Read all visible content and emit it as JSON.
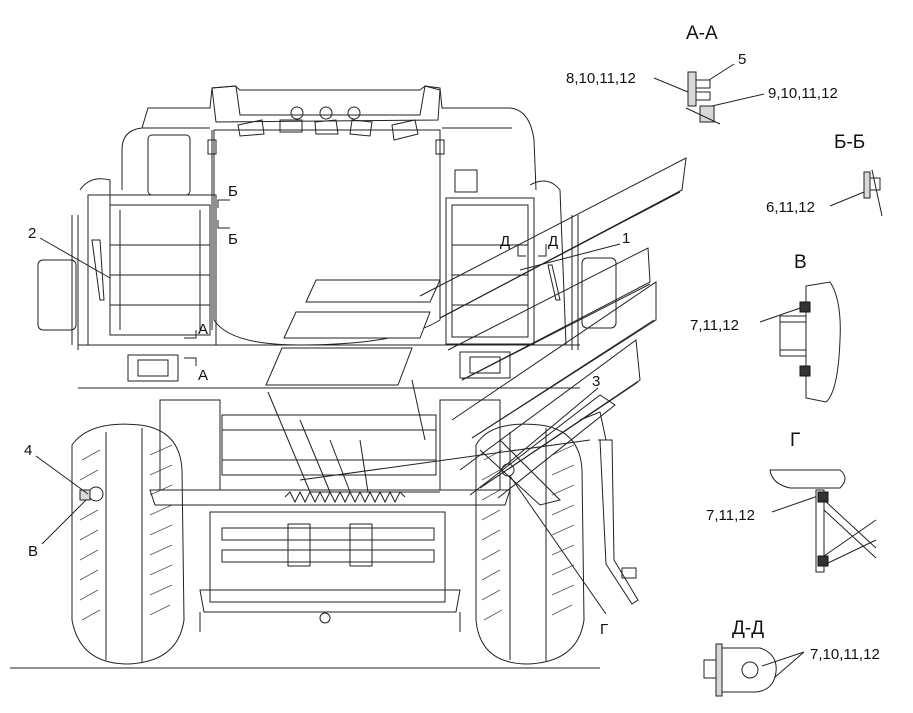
{
  "callouts": {
    "c1": "1",
    "c2": "2",
    "c3": "3",
    "c4": "4",
    "v": "В",
    "g": "Г"
  },
  "cut_marks": {
    "a_top": "А",
    "a_bottom": "А",
    "b_top": "Б",
    "b_bottom": "Б",
    "d_left": "Д",
    "d_right": "Д"
  },
  "details": {
    "aa": {
      "title": "А-А",
      "top_ref": "5",
      "left_ref": "8,10,11,12",
      "right_ref": "9,10,11,12"
    },
    "bb": {
      "title": "Б-Б",
      "ref": "6,11,12"
    },
    "v": {
      "title": "В",
      "ref": "7,11,12"
    },
    "g": {
      "title": "Г",
      "ref": "7,11,12"
    },
    "dd": {
      "title": "Д-Д",
      "ref": "7,10,11,12"
    }
  },
  "colors": {
    "line": "#222222",
    "fill_light": "#d8d8d8",
    "background": "#ffffff"
  }
}
